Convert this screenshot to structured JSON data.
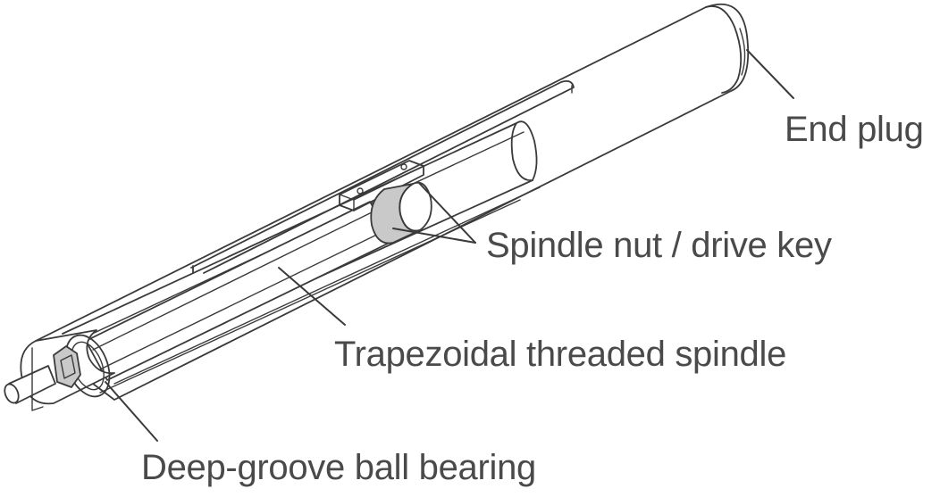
{
  "diagram": {
    "labels": {
      "end_plug": "End plug",
      "spindle_nut": "Spindle nut / drive key",
      "spindle": "Trapezoidal threaded spindle",
      "bearing": "Deep-groove ball bearing"
    },
    "colors": {
      "line": "#3a3a3a",
      "text": "#4a4a4a",
      "nut_fill": "#c9c9c9",
      "background": "#ffffff"
    }
  }
}
